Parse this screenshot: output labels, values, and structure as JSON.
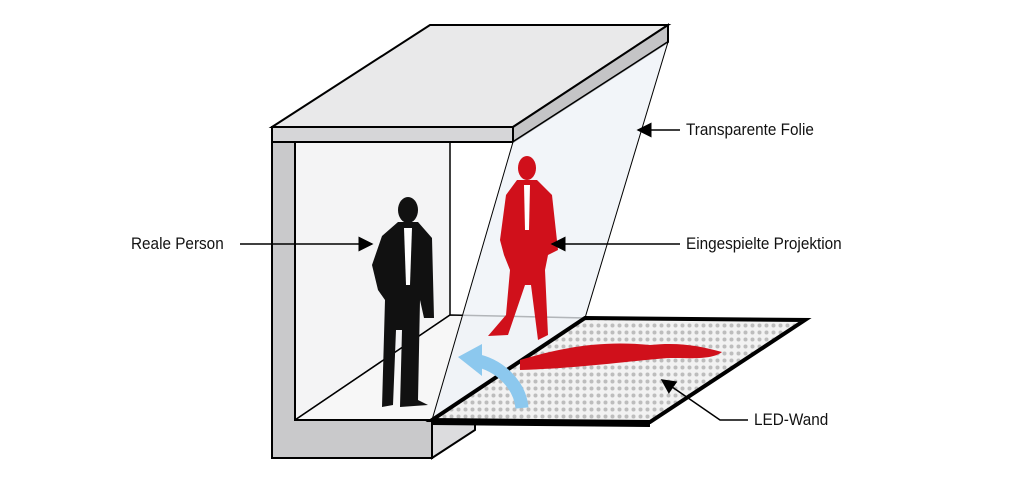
{
  "labels": {
    "foil": "Transparente Folie",
    "real_person": "Reale Person",
    "projection": "Eingespielte Projektion",
    "led_wall": "LED-Wand"
  },
  "colors": {
    "projection": "#d0101b",
    "person": "#111111",
    "arrow": "#8cc8ee",
    "wall": "#c9c9cb",
    "foil": "#eef1f7"
  }
}
